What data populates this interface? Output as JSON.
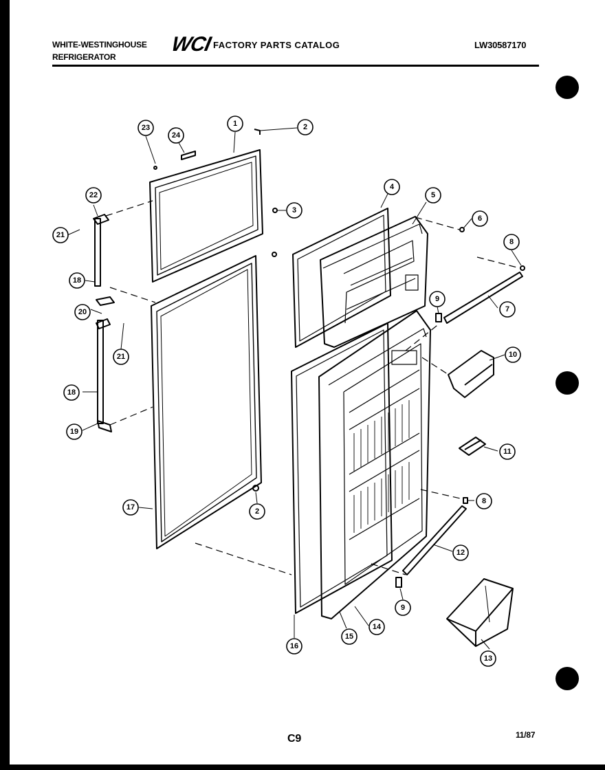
{
  "header": {
    "brand": "WHITE-WESTINGHOUSE",
    "product": "REFRIGERATOR",
    "logo": "WCI",
    "catalog_title": "FACTORY PARTS CATALOG",
    "model": "LW30587170"
  },
  "footer": {
    "page": "C9",
    "date": "11/87"
  },
  "callouts": {
    "c1": "1",
    "c2a": "2",
    "c2b": "2",
    "c3": "3",
    "c4": "4",
    "c5": "5",
    "c6": "6",
    "c7": "7",
    "c8a": "8",
    "c8b": "8",
    "c9a": "9",
    "c9b": "9",
    "c10": "10",
    "c11": "11",
    "c12": "12",
    "c13": "13",
    "c14": "14",
    "c15": "15",
    "c16": "16",
    "c17": "17",
    "c18a": "18",
    "c18b": "18",
    "c19": "19",
    "c20": "20",
    "c21a": "21",
    "c21b": "21",
    "c22": "22",
    "c23": "23",
    "c24": "24"
  }
}
